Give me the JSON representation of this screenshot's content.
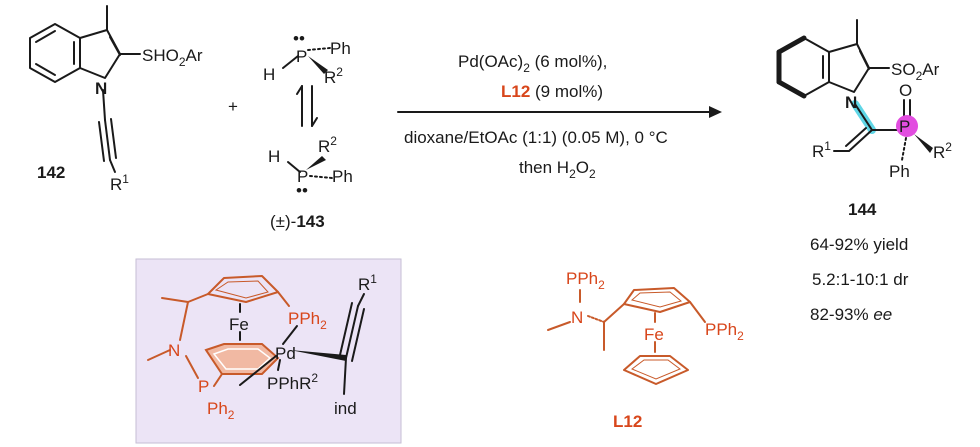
{
  "reactant_1": {
    "label": "142",
    "substituent_c2": "SHO",
    "substituent_c2_sub": "2",
    "substituent_c2_tail": "Ar",
    "n_atom": "N",
    "alkyne_r": "R",
    "alkyne_r_sup": "1"
  },
  "plus": "+",
  "reactant_2": {
    "label_prefix": "(±)-",
    "label": "143",
    "top_p": "P",
    "top_ph": "Ph",
    "top_h": "H",
    "top_r": "R",
    "top_r_sup": "2",
    "bottom_p": "P",
    "bottom_ph": "Ph",
    "bottom_h": "H",
    "bottom_r": "R",
    "bottom_r_sup": "2",
    "lone_pair": "••"
  },
  "conditions": {
    "catalyst_a": "Pd(OAc)",
    "catalyst_a_sub": "2",
    "catalyst_a_tail": " (6 mol%),",
    "ligand": "L12",
    "ligand_tail": " (9 mol%)",
    "solvent": "dioxane/EtOAc (1:1) (0.05 M), 0 °C",
    "workup_a": "then H",
    "workup_sub": "2",
    "workup_b": "O",
    "workup_sub2": "2"
  },
  "product": {
    "label": "144",
    "so2ar_a": "SO",
    "so2ar_sub": "2",
    "so2ar_b": "Ar",
    "n_atom": "N",
    "p_atom": "P",
    "o_atom": "O",
    "r1": "R",
    "r1_sup": "1",
    "r2": "R",
    "r2_sup": "2",
    "ph": "Ph",
    "yield": "64-92% yield",
    "dr": "5.2:1-10:1 dr",
    "ee_value": "82-93% ",
    "ee_unit": "ee"
  },
  "transition_state": {
    "fe": "Fe",
    "pd": "Pd",
    "pph2": "PPh",
    "pph2_sub": "2",
    "n_atom": "N",
    "p_atom": "P",
    "ph2": "Ph",
    "ph2_sub": "2",
    "pphr2": "PPhR",
    "pphr2_sup": "2",
    "r1": "R",
    "r1_sup": "1",
    "ind": "ind",
    "background": "#ece4f6"
  },
  "ligand": {
    "label": "L12",
    "pph2_top": "PPh",
    "pph2_top_sub": "2",
    "n_atom": "N",
    "fe": "Fe",
    "pph2_right": "PPh",
    "pph2_right_sub": "2"
  },
  "colors": {
    "ligand_orange": "#d8461b",
    "highlight_cyan": "#5fd6e6",
    "highlight_magenta": "#e24de0",
    "ts_box": "#ece4f6"
  }
}
